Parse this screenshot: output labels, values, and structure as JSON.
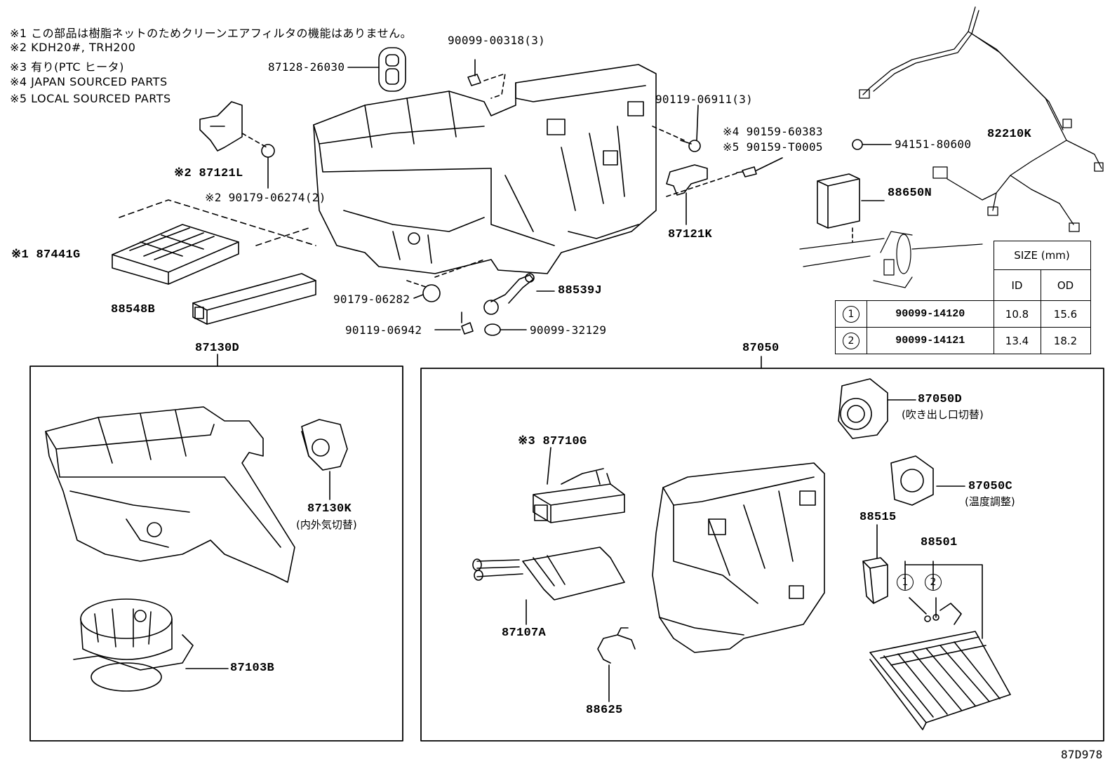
{
  "notes": [
    "※1 この部品は樹脂ネットのためクリーンエアフィルタの機能はありません。",
    "※2 KDH20#, TRH200",
    "※3 有り(PTC ヒータ)",
    "※4 JAPAN SOURCED PARTS",
    "※5 LOCAL SOURCED PARTS"
  ],
  "labels": {
    "p90099_00318": "90099-00318(3)",
    "p87128_26030": "87128-26030",
    "p90119_06911": "90119-06911(3)",
    "p90159_60383": "※4 90159-60383",
    "p90159_T0005": "※5 90159-T0005",
    "p94151_80600": "94151-80600",
    "p82210K": "82210K",
    "p88650N": "88650N",
    "p87121K": "87121K",
    "p87121L": "※2 87121L",
    "p90179_06274": "※2 90179-06274(2)",
    "p87441G": "※1 87441G",
    "p88548B": "88548B",
    "p90179_06282": "90179-06282",
    "p88539J": "88539J",
    "p90119_06942": "90119-06942",
    "p90099_32129": "90099-32129",
    "p87130D": "87130D",
    "p87050": "87050",
    "p87130K": "87130K",
    "p87130K_sub": "(内外気切替)",
    "p87103B": "87103B",
    "p87050D": "87050D",
    "p87050D_sub": "(吹き出し口切替)",
    "p87050C": "87050C",
    "p87050C_sub": "(温度調整)",
    "p87710G": "※3 87710G",
    "p88515": "88515",
    "p88501": "88501",
    "p87107A": "87107A",
    "p88625": "88625",
    "circle1": "1",
    "circle2": "2",
    "ref": "87D978"
  },
  "size_table": {
    "header": "SIZE (mm)",
    "col_id": "ID",
    "col_od": "OD",
    "rows": [
      {
        "mark": "1",
        "part": "90099-14120",
        "id": "10.8",
        "od": "15.6"
      },
      {
        "mark": "2",
        "part": "90099-14121",
        "id": "13.4",
        "od": "18.2"
      }
    ]
  }
}
